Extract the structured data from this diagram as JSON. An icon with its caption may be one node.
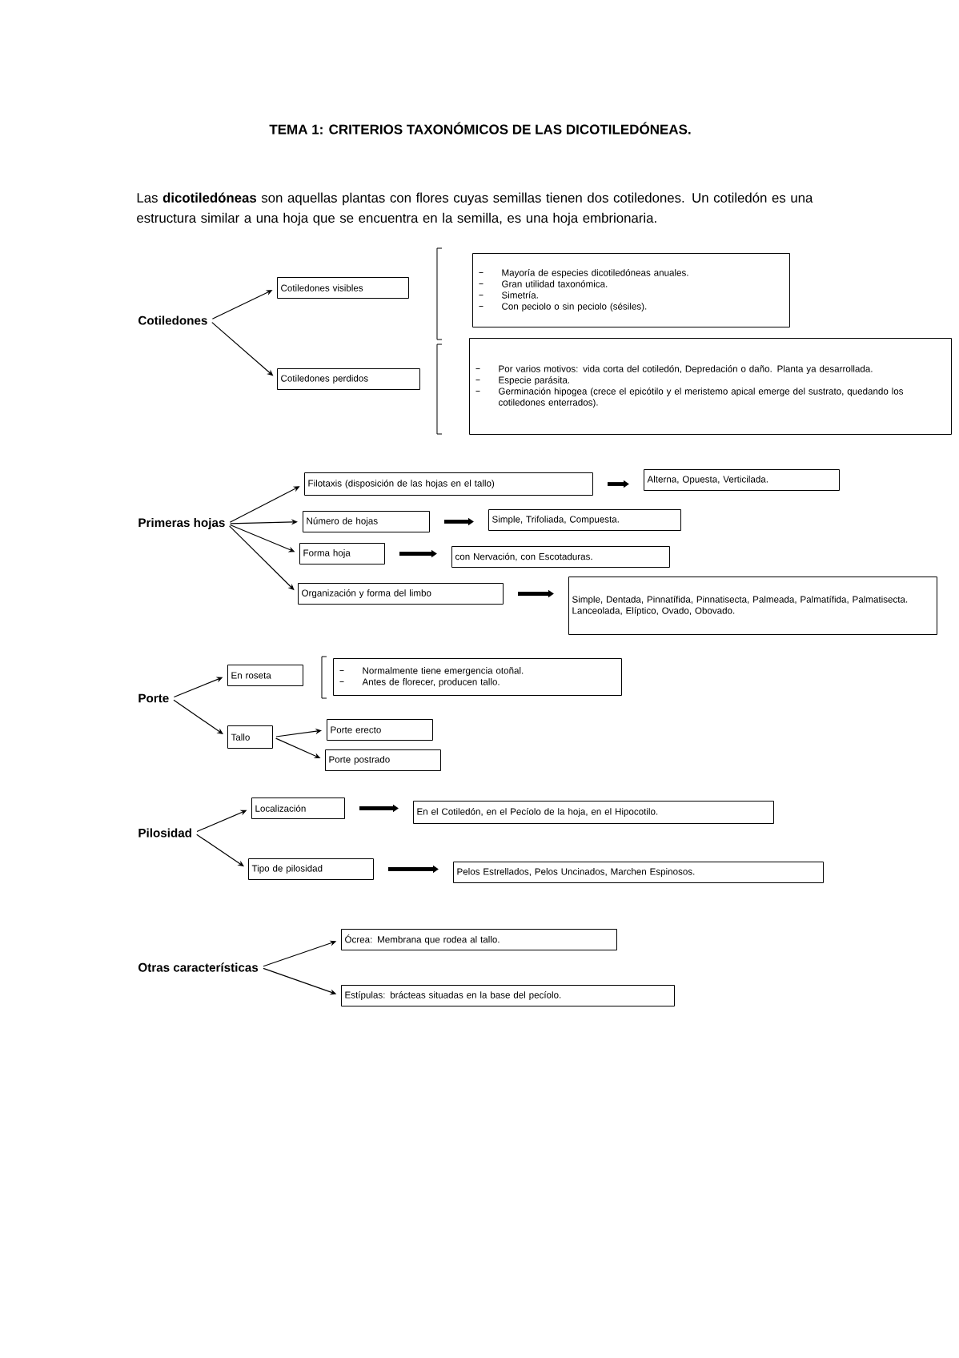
{
  "diagram": {
    "title": "TEMA 1: CRITERIOS TAXONÓMICOS DE LAS DICOTILEDÓNEAS.",
    "nodes": [
      {
        "text": [
          "Cotiledones"
        ]
      },
      {
        "text": [
          "Cotiledones visibles"
        ]
      },
      {
        "text": [
          "Mayoría de especies dicotiledóneas anuales.",
          "Gran utilidad taxonómica.",
          "Simetría.",
          "Con peciolo o sin peciolo (sésiles)."
        ]
      },
      {
        "text": [
          "Cotiledones perdidos"
        ]
      },
      {
        "text": [
          "Por varios motivos: vida corta del cotiledón, Depredación o daño. Planta ya desarrollada.",
          "Especie parásita.",
          "Germinación hipogea (crece el epicótilo y el meristemo apical emerge del sustrato, quedando los cotiledones enterrados)."
        ]
      },
      {
        "text": [
          "Primeras hojas"
        ]
      },
      {
        "text": [
          "Filotaxis (disposición de las hojas en el tallo)"
        ]
      },
      {
        "text": [
          "Alterna, Opuesta, Verticilada."
        ]
      },
      {
        "text": [
          "Número de hojas"
        ]
      },
      {
        "text": [
          "Simple, Trifoliada, Compuesta."
        ]
      },
      {
        "text": [
          "Forma hoja"
        ]
      },
      {
        "text": [
          "con Nervación, con Escotaduras."
        ]
      },
      {
        "text": [
          "Organización y forma del limbo"
        ]
      },
      {
        "text": [
          "Simple, Dentada, Pinnatífida, Pinnatisecta, Palmeada, Palmatífida, Palmatisecta.",
          "Lanceolada, Elíptico, Ovado, Obovado."
        ]
      },
      {
        "text": [
          "Porte"
        ]
      },
      {
        "text": [
          "En roseta"
        ]
      },
      {
        "text": [
          "Normalmente tiene emergencia otoñal.",
          "Antes de florecer, producen tallo."
        ]
      },
      {
        "text": [
          "Tallo"
        ]
      },
      {
        "text": [
          "Porte erecto"
        ]
      },
      {
        "text": [
          "Porte postrado"
        ]
      },
      {
        "text": [
          "Pilosidad"
        ]
      },
      {
        "text": [
          "Localización"
        ]
      },
      {
        "text": [
          "En el Cotiledón, en el Pecíolo de la hoja, en el Hipocotilo."
        ]
      },
      {
        "text": [
          "Tipo de pilosidad"
        ]
      },
      {
        "text": [
          "Pelos Estrellados, Pelos Uncinados, Marchen Espinosos."
        ]
      },
      {
        "text": [
          "Otras características"
        ]
      },
      {
        "text": [
          "Ócrea: Membrana que rodea al tallo."
        ]
      },
      {
        "text": [
          "Estípulas: brácteas situadas en la base del pecíolo."
        ]
      }
    ],
    "edges": [
      {
        "from": 0,
        "to": 1,
        "arrow": "to"
      },
      {
        "from": 0,
        "to": 3,
        "arrow": "to"
      },
      {
        "from": 5,
        "to": 6,
        "arrow": "to"
      },
      {
        "from": 5,
        "to": 8,
        "arrow": "to"
      },
      {
        "from": 5,
        "to": 10,
        "arrow": "to"
      },
      {
        "from": 5,
        "to": 12,
        "arrow": "to"
      },
      {
        "from": 6,
        "to": 7,
        "arrow": "to",
        "style": "thick"
      },
      {
        "from": 8,
        "to": 9,
        "arrow": "to",
        "style": "thick"
      },
      {
        "from": 10,
        "to": 11,
        "arrow": "to",
        "style": "thick"
      },
      {
        "from": 12,
        "to": 13,
        "arrow": "to",
        "style": "thick"
      },
      {
        "from": 14,
        "to": 15,
        "arrow": "to"
      },
      {
        "from": 14,
        "to": 17,
        "arrow": "to"
      },
      {
        "from": 17,
        "to": 18,
        "arrow": "to"
      },
      {
        "from": 17,
        "to": 19,
        "arrow": "to"
      },
      {
        "from": 20,
        "to": 21,
        "arrow": "to"
      },
      {
        "from": 20,
        "to": 23,
        "arrow": "to"
      },
      {
        "from": 21,
        "to": 22,
        "arrow": "to",
        "style": "thick"
      },
      {
        "from": 23,
        "to": 24,
        "arrow": "to",
        "style": "thick"
      },
      {
        "from": 25,
        "to": 26,
        "arrow": "to"
      },
      {
        "from": 25,
        "to": 27,
        "arrow": "to"
      }
    ],
    "labels": [
      "Las **dicotiledóneas** son aquellas plantas con flores cuyas semillas tienen dos cotiledones. Un cotiledón es una estructura similar a una hoja que se encuentra en la semilla, es una hoja embrionaria."
    ]
  }
}
